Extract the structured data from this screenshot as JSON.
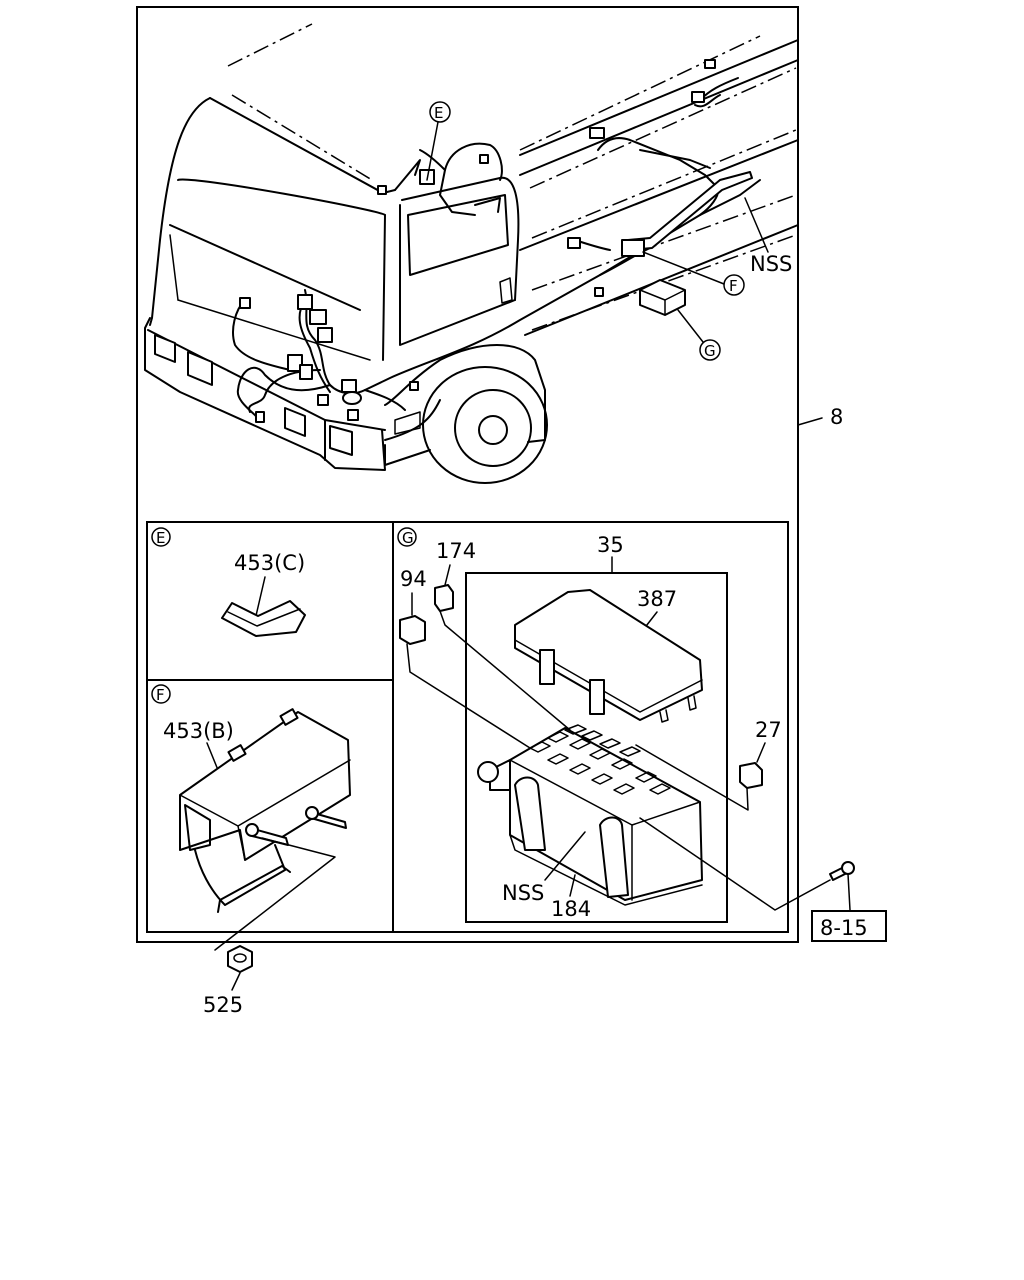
{
  "labels": {
    "main_ref": "8",
    "callout_e": "E",
    "callout_f": "F",
    "callout_g": "G",
    "nss_main": "NSS",
    "inset_e_tag": "E",
    "inset_f_tag": "F",
    "inset_g_tag": "G",
    "part_453c": "453(C)",
    "part_453b": "453(B)",
    "part_174": "174",
    "part_35": "35",
    "part_94": "94",
    "part_387": "387",
    "part_27": "27",
    "part_nss_box": "NSS",
    "part_184": "184",
    "part_525": "525",
    "ref_8_15": "8-15"
  }
}
